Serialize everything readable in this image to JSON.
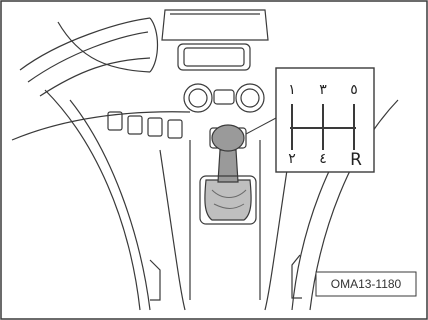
{
  "shift_pattern": {
    "top_row": [
      "١",
      "٣",
      "٥"
    ],
    "bottom_row": [
      "٢",
      "٤",
      "R"
    ]
  },
  "reference_code": "OMA13-1180",
  "colors": {
    "line": "#3a3a3a",
    "shifter_fill": "#bfbfbf",
    "shifter_fill_dark": "#9a9a9a",
    "background": "#ffffff"
  }
}
